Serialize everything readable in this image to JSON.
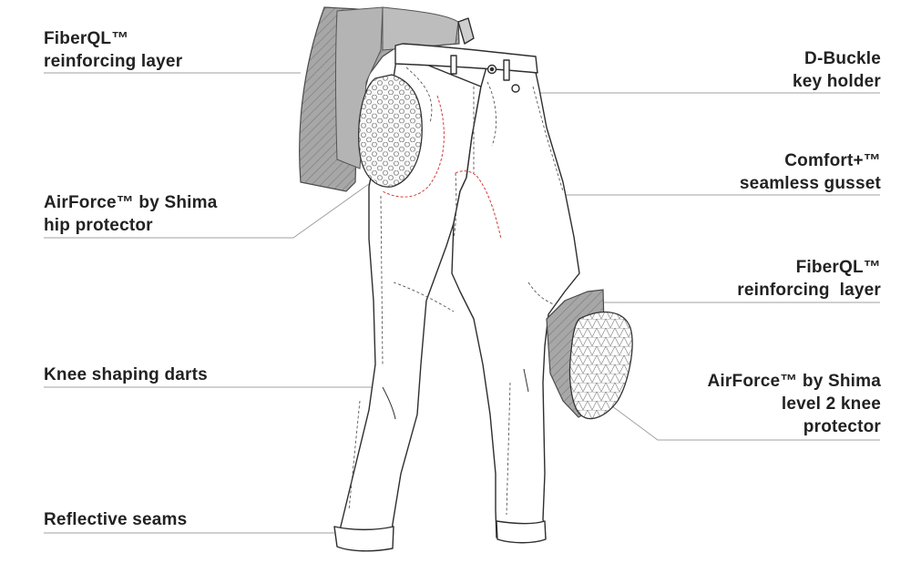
{
  "callouts": {
    "fiberql_top": [
      "FiberQL™",
      "reinforcing layer"
    ],
    "airforce_hip": [
      "AirForce™ by Shima",
      "hip protector"
    ],
    "knee_darts": [
      "Knee shaping darts"
    ],
    "reflective_seams": [
      "Reflective seams"
    ],
    "d_buckle": [
      "D-Buckle",
      "key holder"
    ],
    "gusset": [
      "Comfort+™",
      "seamless gusset"
    ],
    "fiberql_knee": [
      "FiberQL™",
      "reinforcing  layer"
    ],
    "airforce_knee": [
      "AirForce™ by Shima",
      "level 2 knee",
      "protector"
    ]
  },
  "colors": {
    "line": "#2b2b2b",
    "leader": "#9a9a9a",
    "panel_fill": "#a9a9a9",
    "panel_dark": "#8f8f8f",
    "red_seam": "#d23b3b",
    "text": "#222222"
  },
  "icons": {
    "hip_protector": "hexagon-mesh-pad",
    "knee_protector": "triangle-mesh-pad",
    "reinforcing_layer": "hatched-panel"
  }
}
